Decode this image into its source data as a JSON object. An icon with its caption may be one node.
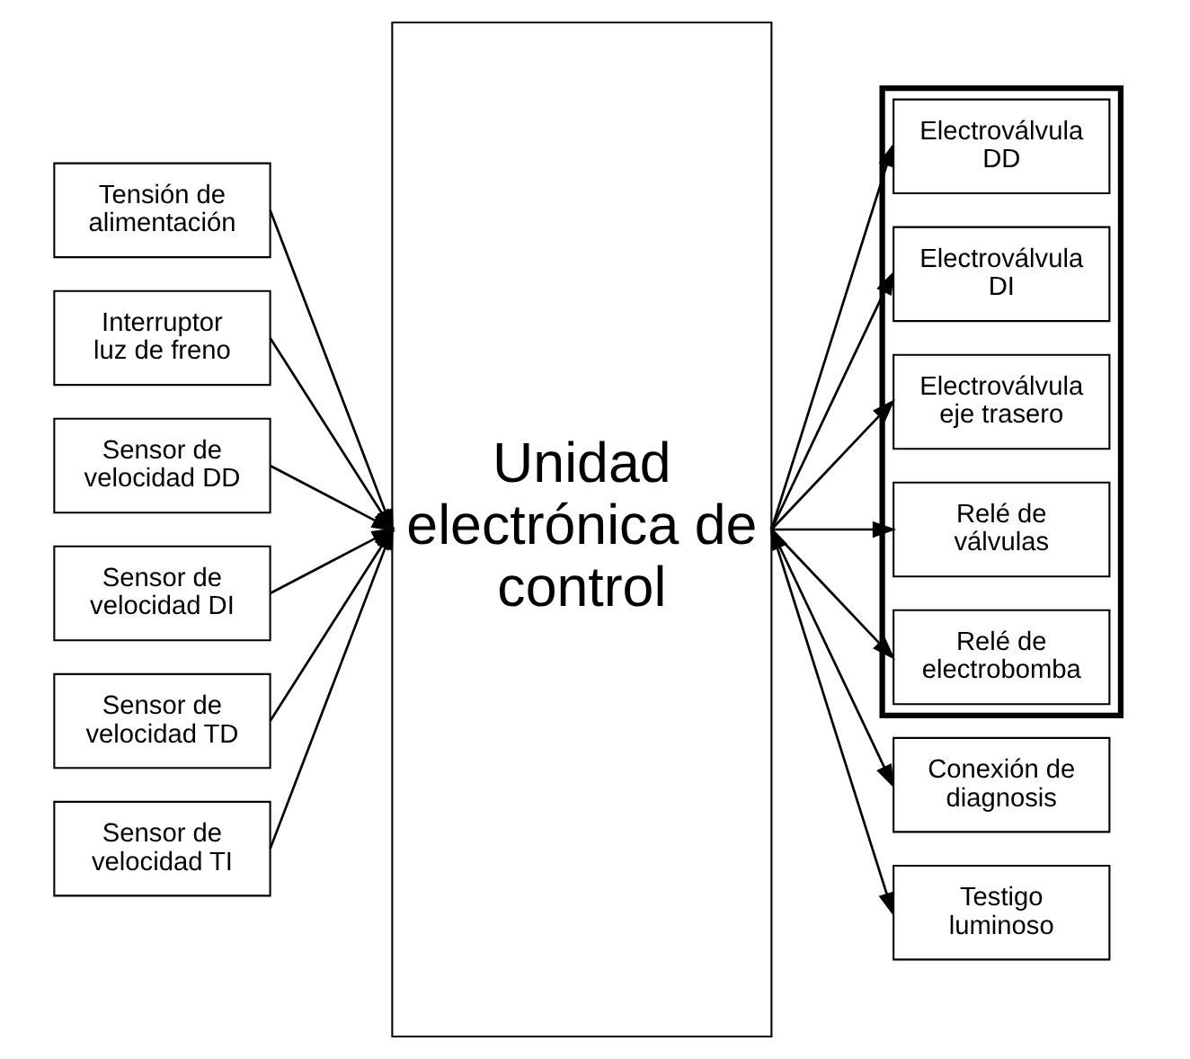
{
  "diagram": {
    "nodes": [
      {
        "text": [
          "Tensión de alimentación"
        ]
      },
      {
        "text": [
          "Interruptor luz de freno"
        ]
      },
      {
        "text": [
          "Sensor de velocidad DD"
        ]
      },
      {
        "text": [
          "Sensor de velocidad DI"
        ]
      },
      {
        "text": [
          "Sensor de velocidad TD"
        ]
      },
      {
        "text": [
          "Sensor de velocidad TI"
        ]
      },
      {
        "text": [
          "Unidad electrónica de control"
        ]
      },
      {
        "text": [],
        "shape": "box"
      },
      {
        "text": [
          "Electroválvula DD"
        ],
        "in": 7
      },
      {
        "text": [
          "Electroválvula DI"
        ],
        "in": 7
      },
      {
        "text": [
          "Electroválvula eje trasero"
        ],
        "in": 7
      },
      {
        "text": [
          "Relé de válvulas"
        ],
        "in": 7
      },
      {
        "text": [
          "Relé de electrobomba"
        ],
        "in": 7
      },
      {
        "text": [
          "Conexión de diagnosis"
        ]
      },
      {
        "text": [
          "Testigo luminoso"
        ]
      }
    ],
    "edges": [
      {
        "from": 0,
        "to": 6,
        "arrow": "to"
      },
      {
        "from": 1,
        "to": 6,
        "arrow": "to"
      },
      {
        "from": 2,
        "to": 6,
        "arrow": "to"
      },
      {
        "from": 3,
        "to": 6,
        "arrow": "to"
      },
      {
        "from": 4,
        "to": 6,
        "arrow": "to"
      },
      {
        "from": 5,
        "to": 6,
        "arrow": "to"
      },
      {
        "from": 6,
        "to": 8,
        "arrow": "to"
      },
      {
        "from": 6,
        "to": 9,
        "arrow": "to"
      },
      {
        "from": 6,
        "to": 10,
        "arrow": "to"
      },
      {
        "from": 6,
        "to": 11,
        "arrow": "to"
      },
      {
        "from": 6,
        "to": 12,
        "arrow": "to"
      },
      {
        "from": 6,
        "to": 13,
        "arrow": "both"
      },
      {
        "from": 6,
        "to": 14,
        "arrow": "to"
      }
    ]
  }
}
